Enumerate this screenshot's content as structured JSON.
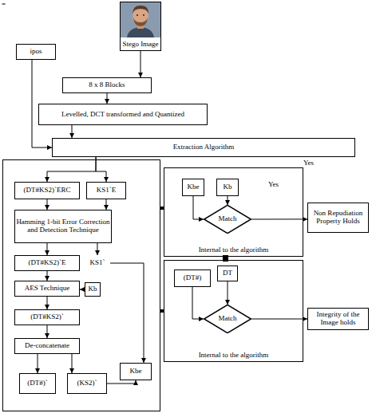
{
  "diagram": {
    "nodes": [
      {
        "text": [
          "Stego Image"
        ]
      },
      {
        "text": [
          "ipos"
        ]
      },
      {
        "text": [
          "8 x 8 Blocks"
        ]
      },
      {
        "text": [
          "Levelled, DCT transformed and Quantized"
        ]
      },
      {
        "text": [
          "Extraction Algorithm"
        ]
      },
      {
        "text": []
      },
      {
        "text": [
          "(DT#KS2)`ERC"
        ],
        "in": 5
      },
      {
        "text": [
          "KS1`E"
        ],
        "in": 5
      },
      {
        "text": [
          "Hamming 1-bit Error Correction and Detection Technique"
        ],
        "in": 5
      },
      {
        "text": [
          "(DT#KS2)`E"
        ],
        "in": 5
      },
      {
        "text": [
          "KS1`"
        ],
        "in": 5
      },
      {
        "text": [
          "AES Technique"
        ],
        "in": 5
      },
      {
        "text": [
          "Kb"
        ],
        "in": 5
      },
      {
        "text": [
          "(DT#KS2)`"
        ],
        "in": 5
      },
      {
        "text": [
          "De-concatenate"
        ],
        "in": 5
      },
      {
        "text": [
          "Kbe"
        ],
        "in": 5
      },
      {
        "text": [
          "(DT#)`"
        ],
        "in": 5
      },
      {
        "text": [
          "(KS2)`"
        ],
        "in": 5
      },
      {
        "text": [
          "Internal to the algorithm"
        ]
      },
      {
        "text": [
          "Kbe"
        ],
        "in": 18
      },
      {
        "text": [
          "Kb"
        ],
        "in": 18
      },
      {
        "text": [
          "Match"
        ],
        "in": 18
      },
      {
        "text": [
          "Non Repudiation Property Holds"
        ]
      },
      {
        "text": [
          "Internal to the algorithm"
        ]
      },
      {
        "text": [
          "(DT#)"
        ],
        "in": 23
      },
      {
        "text": [
          "DT"
        ],
        "in": 23
      },
      {
        "text": [
          "Match"
        ],
        "in": 23
      },
      {
        "text": [
          "Integrity of the Image holds"
        ]
      }
    ],
    "edges": [
      {
        "from": 0,
        "to": 2,
        "arrow": "to"
      },
      {
        "from": 1,
        "to": 4,
        "arrow": "to"
      },
      {
        "from": 2,
        "to": 3,
        "arrow": "to"
      },
      {
        "from": 3,
        "to": 4,
        "arrow": "to"
      },
      {
        "from": 4,
        "to": 6,
        "arrow": "to"
      },
      {
        "from": 4,
        "to": 7,
        "arrow": "to"
      },
      {
        "from": 6,
        "to": 8,
        "arrow": "to"
      },
      {
        "from": 7,
        "to": 8,
        "arrow": "to"
      },
      {
        "from": 8,
        "to": 9,
        "arrow": "to"
      },
      {
        "from": 8,
        "to": 10,
        "arrow": "to"
      },
      {
        "from": 9,
        "to": 11,
        "arrow": "to"
      },
      {
        "from": 12,
        "to": 11,
        "arrow": "to"
      },
      {
        "from": 11,
        "to": 13,
        "arrow": "to"
      },
      {
        "from": 13,
        "to": 14,
        "arrow": "to"
      },
      {
        "from": 14,
        "to": 16,
        "arrow": "to"
      },
      {
        "from": 14,
        "to": 17,
        "arrow": "to"
      },
      {
        "from": 17,
        "to": 15,
        "arrow": "to"
      },
      {
        "from": 10,
        "to": 15,
        "arrow": "to"
      },
      {
        "from": 19,
        "to": 21,
        "arrow": "to"
      },
      {
        "from": 20,
        "to": 21,
        "arrow": "to"
      },
      {
        "from": 21,
        "to": 22,
        "arrow": "to"
      },
      {
        "from": 24,
        "to": 26,
        "arrow": "to"
      },
      {
        "from": 25,
        "to": 26,
        "arrow": "to"
      },
      {
        "from": 26,
        "to": 27,
        "arrow": "to"
      }
    ],
    "labels": [
      "=",
      "Yes",
      "Yes"
    ]
  }
}
